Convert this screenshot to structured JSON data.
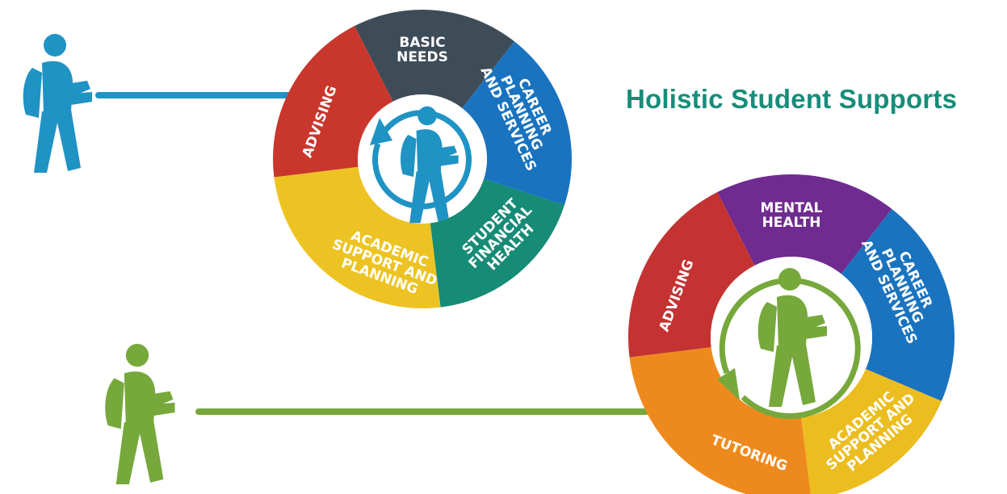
{
  "title": "Holistic Student Supports",
  "colors": {
    "title": "#178d7a",
    "blue_walker": "#1f93c4",
    "green_walker": "#76a83c",
    "wheel_bg": "#ffffff"
  },
  "wheels": [
    {
      "name": "blue",
      "accent": "#1f93c4",
      "arrow_direction": "clockwise",
      "segments": [
        {
          "id": "basic-needs",
          "lines": [
            "BASIC",
            "NEEDS"
          ],
          "color": "#3e4c58"
        },
        {
          "id": "career-planning",
          "lines": [
            "CAREER",
            "PLANNING",
            "AND SERVICES"
          ],
          "color": "#1a73be"
        },
        {
          "id": "student-financial-health",
          "lines": [
            "STUDENT",
            "FINANCIAL",
            "HEALTH"
          ],
          "color": "#168b75"
        },
        {
          "id": "academic-support",
          "lines": [
            "ACADEMIC",
            "SUPPORT AND",
            "PLANNING"
          ],
          "color": "#ecc322"
        },
        {
          "id": "advising",
          "lines": [
            "ADVISING"
          ],
          "color": "#c9362c"
        }
      ]
    },
    {
      "name": "green",
      "accent": "#76a83c",
      "arrow_direction": "counterclockwise",
      "segments": [
        {
          "id": "mental-health",
          "lines": [
            "MENTAL",
            "HEALTH"
          ],
          "color": "#6f2b8f"
        },
        {
          "id": "career-planning",
          "lines": [
            "CAREER",
            "PLANNING",
            "AND SERVICES"
          ],
          "color": "#1a73be"
        },
        {
          "id": "academic-support",
          "lines": [
            "ACADEMIC",
            "SUPPORT AND",
            "PLANNING"
          ],
          "color": "#ecbd1f"
        },
        {
          "id": "tutoring",
          "lines": [
            "TUTORING"
          ],
          "color": "#ee8a1d"
        },
        {
          "id": "advising",
          "lines": [
            "ADVISING"
          ],
          "color": "#c43232"
        }
      ]
    }
  ]
}
